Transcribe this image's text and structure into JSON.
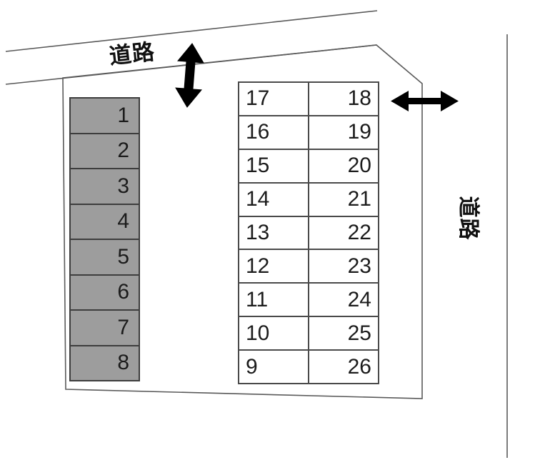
{
  "diagram": {
    "type": "parking-lot-site-plan",
    "top_road_label": "道路",
    "right_road_label": "道路",
    "gray_block": {
      "spaces": [
        "1",
        "2",
        "3",
        "4",
        "5",
        "6",
        "7",
        "8"
      ],
      "fill_color": "#9d9d9d"
    },
    "white_table": {
      "rows": [
        {
          "left": "17",
          "right": "18"
        },
        {
          "left": "16",
          "right": "19"
        },
        {
          "left": "15",
          "right": "20"
        },
        {
          "left": "14",
          "right": "21"
        },
        {
          "left": "13",
          "right": "22"
        },
        {
          "left": "12",
          "right": "23"
        },
        {
          "left": "11",
          "right": "24"
        },
        {
          "left": "10",
          "right": "25"
        },
        {
          "left": "9",
          "right": "26"
        }
      ]
    },
    "colors": {
      "line": "#5a5a5a",
      "border": "#4a4a4a",
      "arrow": "#000000",
      "text": "#1c1c1c",
      "background": "#ffffff"
    }
  }
}
